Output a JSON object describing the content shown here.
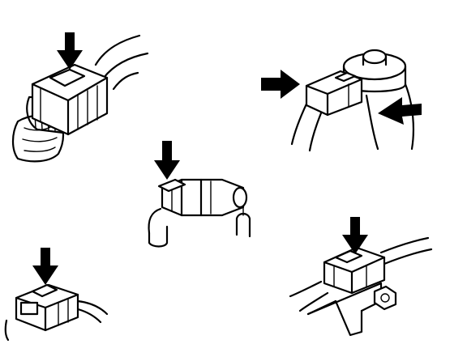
{
  "figure": {
    "panels": [
      {
        "id": "connector-a",
        "icon": "connector-with-boot-icon",
        "indicator": "down-arrow-icon"
      },
      {
        "id": "connector-b",
        "icon": "sensor-connector-icon",
        "indicator": "side-arrows-icon"
      },
      {
        "id": "connector-c",
        "icon": "inline-connector-icon",
        "indicator": "down-arrow-icon"
      },
      {
        "id": "connector-d",
        "icon": "small-connector-icon",
        "indicator": "down-arrow-icon"
      },
      {
        "id": "connector-e",
        "icon": "bracket-connector-icon",
        "indicator": "down-arrow-icon"
      }
    ],
    "colors": {
      "ink": "#000000",
      "paper": "#ffffff"
    }
  }
}
